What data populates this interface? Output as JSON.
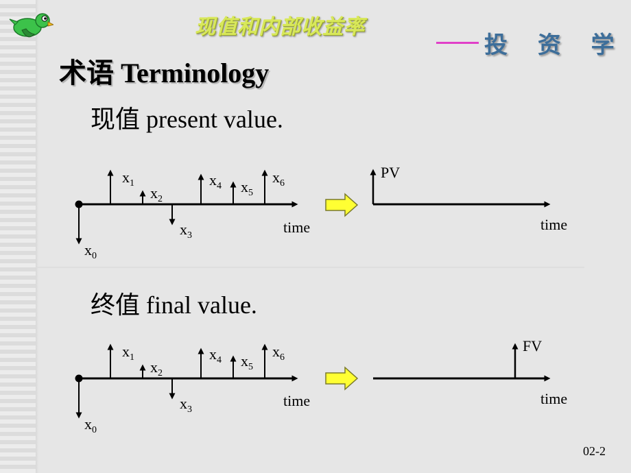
{
  "header": {
    "banner": "现值和内部收益率",
    "course": "投 资 学"
  },
  "slide": {
    "heading": "术语 Terminology",
    "pv_caption": "现值 present value.",
    "fv_caption": "终值 final value.",
    "page_number": "02-2"
  },
  "diagram_pv": {
    "cashflow_labels": [
      {
        "base": "x",
        "sub": "0"
      },
      {
        "base": "x",
        "sub": "1"
      },
      {
        "base": "x",
        "sub": "2"
      },
      {
        "base": "x",
        "sub": "3"
      },
      {
        "base": "x",
        "sub": "4"
      },
      {
        "base": "x",
        "sub": "5"
      },
      {
        "base": "x",
        "sub": "6"
      }
    ],
    "axis_label": "time",
    "result_label": "PV",
    "result_axis_label": "time"
  },
  "diagram_fv": {
    "cashflow_labels": [
      {
        "base": "x",
        "sub": "0"
      },
      {
        "base": "x",
        "sub": "1"
      },
      {
        "base": "x",
        "sub": "2"
      },
      {
        "base": "x",
        "sub": "3"
      },
      {
        "base": "x",
        "sub": "4"
      },
      {
        "base": "x",
        "sub": "5"
      },
      {
        "base": "x",
        "sub": "6"
      }
    ],
    "axis_label": "time",
    "result_label": "FV",
    "result_axis_label": "time"
  },
  "colors": {
    "background": "#e6e6e6",
    "banner_text": "#d8e85a",
    "course_text": "#3d6e9a",
    "accent_rule": "#e040c8",
    "arrow_fill": "#ffff33"
  },
  "icons": {
    "logo": "green-parrot-icon",
    "transform_arrow": "right-block-arrow-icon"
  }
}
